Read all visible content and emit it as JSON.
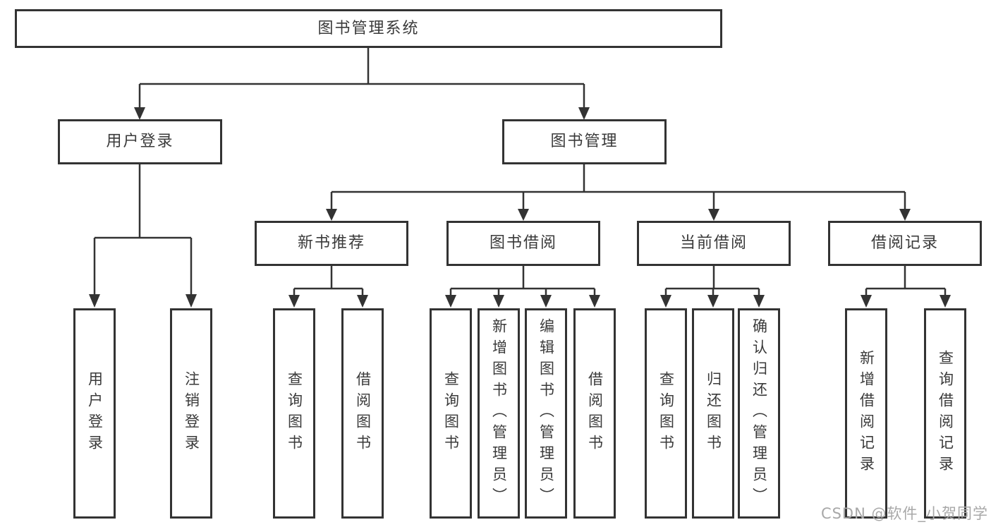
{
  "tree": {
    "root": {
      "label": "图书管理系统"
    },
    "branches": [
      {
        "label": "用户登录",
        "children": [
          {
            "label": "用户登录"
          },
          {
            "label": "注销登录"
          }
        ]
      },
      {
        "label": "图书管理",
        "children": [
          {
            "label": "新书推荐",
            "children": [
              {
                "label": "查询图书"
              },
              {
                "label": "借阅图书"
              }
            ]
          },
          {
            "label": "图书借阅",
            "children": [
              {
                "label": "查询图书"
              },
              {
                "label": "新增图书（管理员）"
              },
              {
                "label": "编辑图书（管理员）"
              },
              {
                "label": "借阅图书"
              }
            ]
          },
          {
            "label": "当前借阅",
            "children": [
              {
                "label": "查询图书"
              },
              {
                "label": "归还图书"
              },
              {
                "label": "确认归还（管理员）"
              }
            ]
          },
          {
            "label": "借阅记录",
            "children": [
              {
                "label": "新增借阅记录"
              },
              {
                "label": "查询借阅记录"
              }
            ]
          }
        ]
      }
    ]
  },
  "watermark": "CSDN @软件_小贺同学",
  "colors": {
    "line": "#333333",
    "text": "#3a3a3a",
    "watermark": "#a8a8a8",
    "background": "#ffffff"
  }
}
